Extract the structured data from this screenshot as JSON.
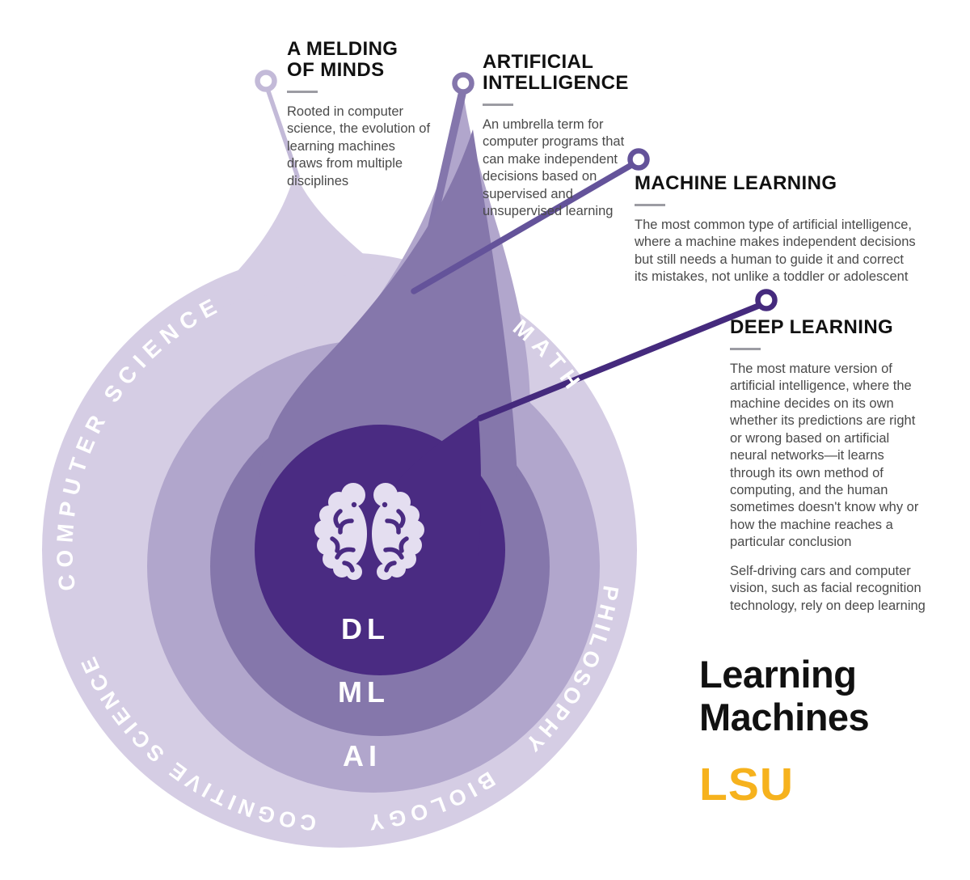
{
  "figure": {
    "center_labels": {
      "dl": "DL",
      "ml": "ML",
      "ai": "AI"
    },
    "disciplines": {
      "computer_science": "COMPUTER SCIENCE",
      "math": "MATH",
      "philosophy": "PHILOSOPHY",
      "biology": "BIOLOGY",
      "cognitive_science": "COGNITIVE SCIENCE"
    }
  },
  "callouts": {
    "melding": {
      "title": "A MELDING\nOF MINDS",
      "body": "Rooted in computer science, the evolution of learning machines draws from multiple disciplines"
    },
    "ai": {
      "title": "ARTIFICIAL\nINTELLIGENCE",
      "body": "An umbrella term for computer programs that can make independent decisions based on supervised and unsupervised learning"
    },
    "ml": {
      "title": "MACHINE LEARNING",
      "body": "The most common type of artificial intelligence, where a machine makes independent decisions but still needs a human to guide it and correct its mistakes, not unlike a toddler or adolescent"
    },
    "dl": {
      "title": "DEEP LEARNING",
      "body": "The most mature version of artificial intelligence, where the machine decides on its own whether its predictions are right or wrong based on artificial neural networks—it learns through its own method of computing, and the human sometimes doesn't know why or how the machine reaches a particular conclusion",
      "body2": "Self-driving cars and computer vision, such as facial recognition technology, rely on deep learning"
    }
  },
  "branding": {
    "title": "Learning\nMachines",
    "logo": "LSU"
  },
  "colors": {
    "outer_region": "#D5CDE4",
    "ai_region": "#B1A6CC",
    "ml_region": "#8577AB",
    "dl_region": "#4A2B82",
    "melding_accent": "#C3BAD8",
    "ai_accent": "#8476AC",
    "ml_accent": "#64539A",
    "dl_accent": "#452A7D",
    "lsu_gold": "#F6B21D",
    "brain_fill": "#E4DEF0"
  }
}
